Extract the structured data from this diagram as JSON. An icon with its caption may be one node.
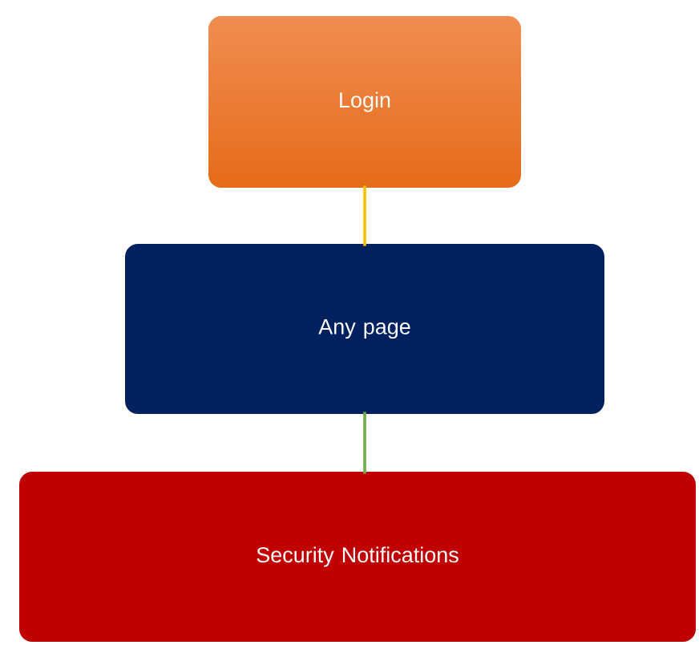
{
  "diagram": {
    "nodes": [
      {
        "text": [
          "Login"
        ]
      },
      {
        "text": [
          "Any page"
        ]
      },
      {
        "text": [
          "Security Notifications"
        ]
      }
    ],
    "edges": [
      {
        "from": 0,
        "to": 1,
        "arrow": "none",
        "color": "#ffc000"
      },
      {
        "from": 1,
        "to": 2,
        "arrow": "none",
        "color": "#70ad47"
      }
    ]
  }
}
